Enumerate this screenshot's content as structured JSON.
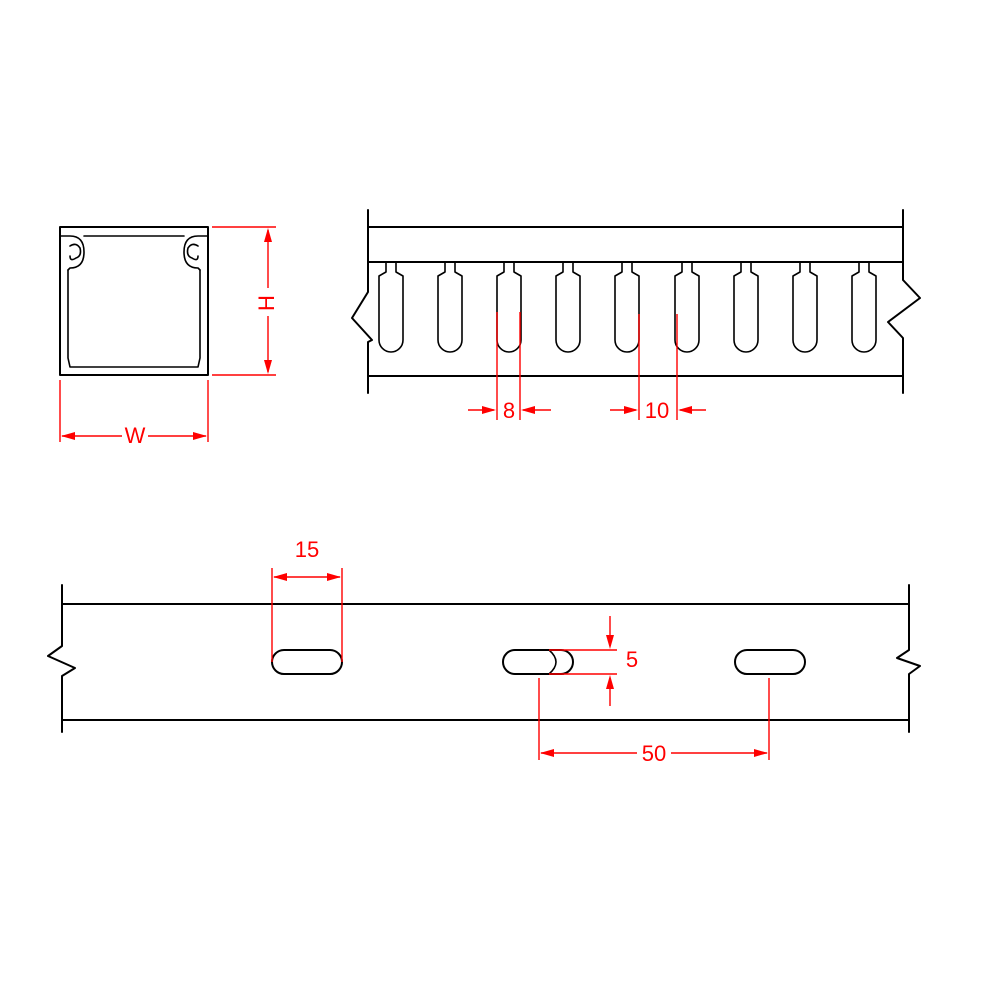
{
  "colors": {
    "outline": "#000000",
    "dimension": "#ff0000",
    "background": "#ffffff"
  },
  "cross_section": {
    "width_label": "W",
    "height_label": "H"
  },
  "side_view": {
    "slot_width": "8",
    "slot_pitch": "10"
  },
  "base_view": {
    "hole_length": "15",
    "hole_height": "5",
    "hole_pitch": "50"
  }
}
